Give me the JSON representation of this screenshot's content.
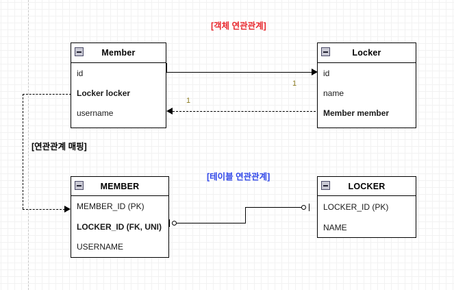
{
  "diagram": {
    "labels": {
      "object_relation": {
        "text": "[객체 연관관계]",
        "color": "#e8262c"
      },
      "table_relation": {
        "text": "[테이블 연관관계]",
        "color": "#2f46e8"
      },
      "relation_mapping": {
        "text": "[연관관계 매핑]",
        "color": "#000000"
      }
    },
    "multiplicity": [
      {
        "text": "1",
        "color": "#8a7a1e"
      },
      {
        "text": "1",
        "color": "#8a7a1e"
      }
    ],
    "entities": [
      {
        "id": "member-class",
        "title": "Member",
        "collapse_icon": "minus-icon",
        "rows": [
          {
            "text": "id",
            "bold": false
          },
          {
            "text": "Locker locker",
            "bold": true
          },
          {
            "text": "username",
            "bold": false
          }
        ]
      },
      {
        "id": "locker-class",
        "title": "Locker",
        "collapse_icon": "minus-icon",
        "rows": [
          {
            "text": "id",
            "bold": false
          },
          {
            "text": "name",
            "bold": false
          },
          {
            "text": "Member member",
            "bold": true
          }
        ]
      },
      {
        "id": "member-table",
        "title": "MEMBER",
        "collapse_icon": "minus-icon",
        "rows": [
          {
            "text": "MEMBER_ID (PK)",
            "bold": false
          },
          {
            "text": "LOCKER_ID (FK, UNI)",
            "bold": true
          },
          {
            "text": "USERNAME",
            "bold": false
          }
        ]
      },
      {
        "id": "locker-table",
        "title": "LOCKER",
        "collapse_icon": "minus-icon",
        "rows": [
          {
            "text": "LOCKER_ID (PK)",
            "bold": false
          },
          {
            "text": "NAME",
            "bold": false
          }
        ]
      }
    ]
  }
}
